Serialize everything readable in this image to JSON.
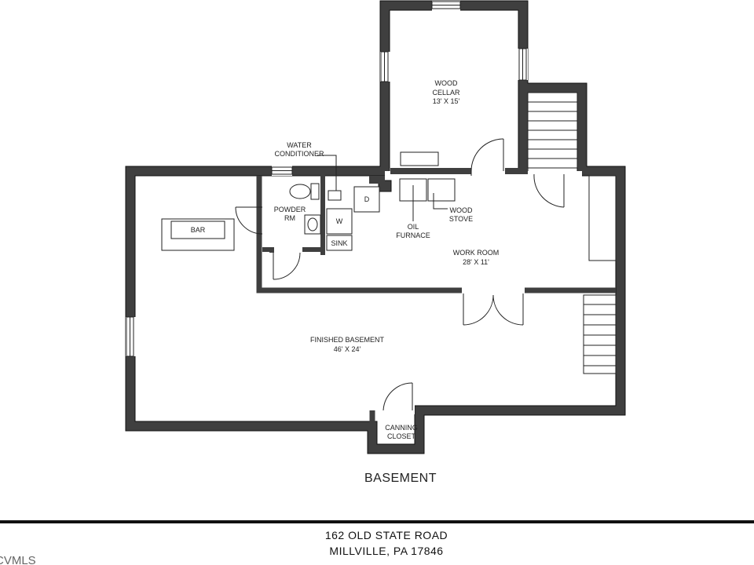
{
  "plan": {
    "floor_title": "BASEMENT",
    "address_line1": "162 OLD STATE ROAD",
    "address_line2": "MILLVILLE, PA 17846",
    "watermark": "CVMLS"
  },
  "rooms": {
    "wood_cellar": {
      "line1": "WOOD",
      "line2": "CELLAR",
      "dims": "13' X 15'"
    },
    "work_room": {
      "name": "WORK ROOM",
      "dims": "28' X 11'"
    },
    "finished_basement": {
      "name": "FINISHED BASEMENT",
      "dims": "46' X 24'"
    },
    "powder_rm": {
      "line1": "POWDER",
      "line2": "RM"
    },
    "canning_closet": {
      "line1": "CANNING",
      "line2": "CLOSET"
    }
  },
  "fixtures": {
    "bar": "BAR",
    "water_conditioner": {
      "line1": "WATER",
      "line2": "CONDITIONER"
    },
    "dryer": "D",
    "washer": "W",
    "sink": "SINK",
    "oil_furnace": {
      "line1": "OIL",
      "line2": "FURNACE"
    },
    "wood_stove": {
      "line1": "WOOD",
      "line2": "STOVE"
    }
  },
  "colors": {
    "wall_fill": "#3f3f3f",
    "wall_edge": "#111111",
    "line": "#222222",
    "background": "#ffffff"
  }
}
